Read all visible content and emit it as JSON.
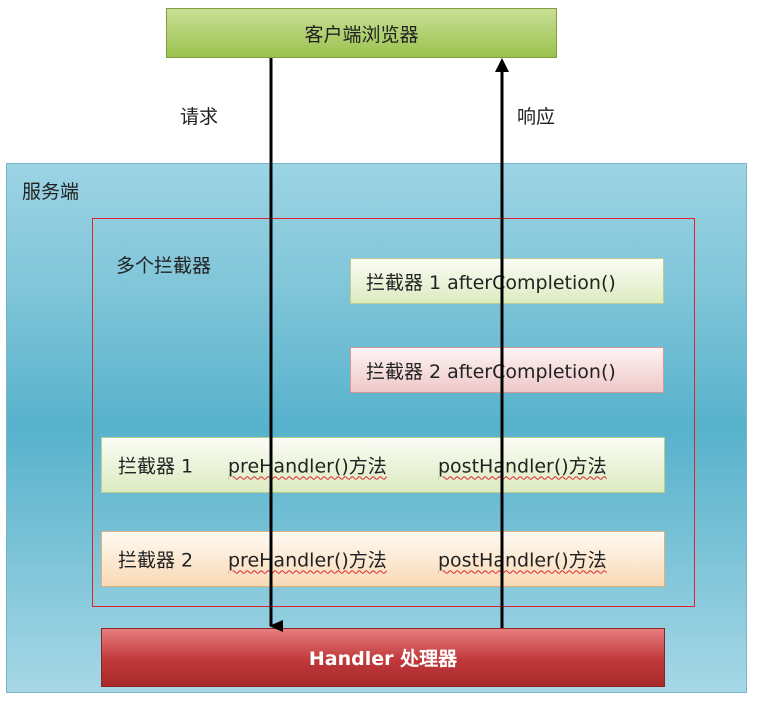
{
  "browser": {
    "label": "客户端浏览器"
  },
  "flow": {
    "request": "请求",
    "response": "响应"
  },
  "server": {
    "label": "服务端"
  },
  "interceptors": {
    "group_label": "多个拦截器",
    "after_completion": [
      {
        "text": "拦截器  1  afterCompletion()"
      },
      {
        "text": "拦截器  2  afterCompletion()"
      }
    ],
    "rows": [
      {
        "name": "拦截器 1",
        "pre": "preHandler()方法",
        "post": "postHandler()方法"
      },
      {
        "name": "拦截器 2",
        "pre": "preHandler()方法",
        "post": "postHandler()方法"
      }
    ]
  },
  "handler": {
    "label": "Handler 处理器"
  },
  "colors": {
    "arrow": "#000000",
    "group_border": "#e0242c",
    "handler_fill": "#c0383a"
  }
}
